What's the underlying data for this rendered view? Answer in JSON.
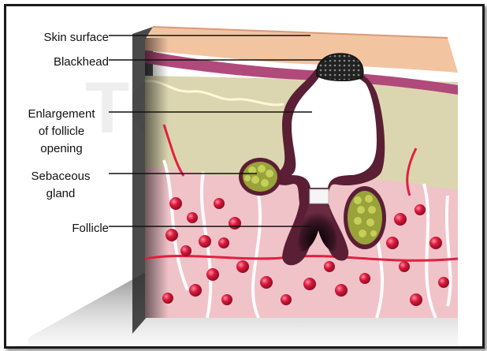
{
  "diagram": {
    "labels": {
      "skin_surface": "Skin surface",
      "blackhead": "Blackhead",
      "enlargement_line1": "Enlargement",
      "enlargement_line2": "of follicle",
      "enlargement_line3": "opening",
      "sebaceous_line1": "Sebaceous",
      "sebaceous_line2": "gland",
      "follicle": "Follicle"
    },
    "colors": {
      "skin_top": "#f3c4a0",
      "dermis_pink": "#f0c3c9",
      "blood_cell": "#d8193a",
      "sebaceous": "#9aa33a",
      "fat_layer": "#dcd6b0",
      "follicle_wall": "#5a1f34",
      "blackhead": "#1c1c1c"
    }
  }
}
